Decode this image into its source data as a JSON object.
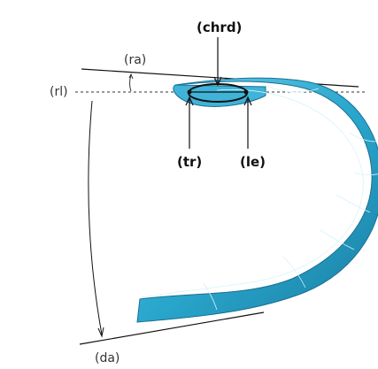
{
  "labels": {
    "chord": "(chrd)",
    "ra": "(ra)",
    "rl": "(rl)",
    "tr": "(tr)",
    "le": "(le)",
    "da": "(da)"
  },
  "colors": {
    "tube_fill": "#2aa7cd",
    "tube_dark": "#1a7ea3",
    "tube_light": "#6fd0ea",
    "line": "#111111"
  }
}
